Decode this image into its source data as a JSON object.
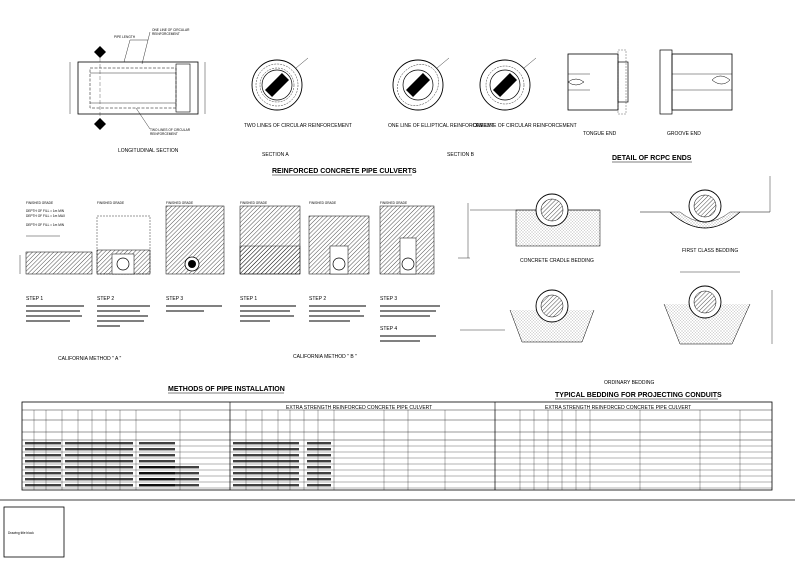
{
  "titles": {
    "rcp_culverts": "REINFORCED CONCRETE PIPE CULVERTS",
    "detail_rcpc_ends": "DETAIL OF RCPC ENDS",
    "methods_installation": "METHODS OF PIPE INSTALLATION",
    "typical_bedding": "TYPICAL BEDDING FOR PROJECTING CONDUITS"
  },
  "section_labels": {
    "longitudinal": "LONGITUDINAL SECTION",
    "section_a": "SECTION A",
    "section_b": "SECTION B",
    "tongue_end": "TONGUE END",
    "groove_end": "GROOVE END"
  },
  "reinforcement_labels": {
    "two_lines_circular": "TWO LINES OF CIRCULAR REINFORCEMENT",
    "one_line_elliptical": "ONE LINE OF ELLIPTICAL REINFORCEMENT",
    "one_line_circular": "ONE LINE OF CIRCULAR REINFORCEMENT"
  },
  "method_labels": {
    "california_a": "CALIFORNIA METHOD \" A \"",
    "california_b": "CALIFORNIA METHOD \" B \"",
    "steps": [
      "STEP 1",
      "STEP 2",
      "STEP 3",
      "STEP 1",
      "STEP 2",
      "STEP 3",
      "STEP 4"
    ]
  },
  "bedding_labels": {
    "concrete_cradle": "CONCRETE CRADLE BEDDING",
    "first_class": "FIRST CLASS BEDDING",
    "ordinary": "ORDINARY BEDDING"
  },
  "table": {
    "group_1": "EXTRA STRENGTH REINFORCED CONCRETE PIPE CULVERT",
    "group_2": "EXTRA STRENGTH REINFORCED CONCRETE PIPE CULVERT"
  },
  "title_block": {
    "text": "Drawing title block"
  }
}
